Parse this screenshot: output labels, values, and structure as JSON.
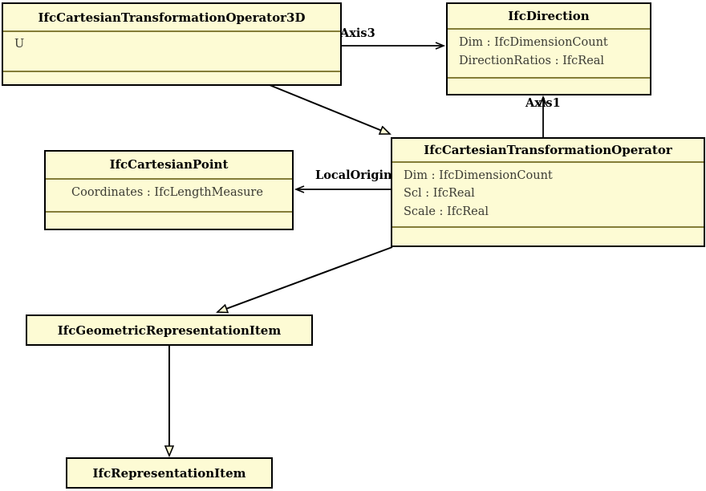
{
  "diagram": {
    "type": "uml-class-diagram",
    "title": "IfcCartesianTransformationOperator3D inheritance and associations",
    "colors": {
      "class_fill": "#fdfbd4",
      "class_border": "#000000",
      "compartment_divider": "#847d38",
      "edge": "#000000",
      "background": "#ffffff"
    }
  },
  "classes": [
    {
      "id": "ifc-cartesian-transformation-operator-3d",
      "name": "IfcCartesianTransformationOperator3D",
      "attributes": [
        "U"
      ],
      "operations": []
    },
    {
      "id": "ifc-direction",
      "name": "IfcDirection",
      "attributes": [
        "Dim : IfcDimensionCount",
        "DirectionRatios : IfcReal"
      ],
      "operations": []
    },
    {
      "id": "ifc-cartesian-transformation-operator",
      "name": "IfcCartesianTransformationOperator",
      "attributes": [
        "Dim : IfcDimensionCount",
        "Scl : IfcReal",
        "Scale : IfcReal"
      ],
      "operations": []
    },
    {
      "id": "ifc-cartesian-point",
      "name": "IfcCartesianPoint",
      "attributes": [
        "Coordinates : IfcLengthMeasure"
      ],
      "operations": []
    },
    {
      "id": "ifc-geometric-representation-item",
      "name": "IfcGeometricRepresentationItem",
      "attributes": [],
      "operations": []
    },
    {
      "id": "ifc-representation-item",
      "name": "IfcRepresentationItem",
      "attributes": [],
      "operations": []
    }
  ],
  "edges": [
    {
      "id": "edge-axis3",
      "label": "Axis3",
      "kind": "association",
      "from": "ifc-cartesian-transformation-operator-3d",
      "to": "ifc-direction",
      "arrow": "open-arrow"
    },
    {
      "id": "edge-axis1",
      "label": "Axis1",
      "kind": "association",
      "from": "ifc-cartesian-transformation-operator",
      "to": "ifc-direction",
      "arrow": "open-arrow"
    },
    {
      "id": "edge-localorigin",
      "label": "LocalOrigin",
      "kind": "association",
      "from": "ifc-cartesian-transformation-operator",
      "to": "ifc-cartesian-point",
      "arrow": "open-arrow"
    },
    {
      "id": "edge-generalization-3d-to-operator",
      "label": "",
      "kind": "generalization",
      "from": "ifc-cartesian-transformation-operator-3d",
      "to": "ifc-cartesian-transformation-operator",
      "arrow": "hollow-triangle"
    },
    {
      "id": "edge-generalization-operator-to-geomitem",
      "label": "",
      "kind": "generalization",
      "from": "ifc-cartesian-transformation-operator",
      "to": "ifc-geometric-representation-item",
      "arrow": "hollow-triangle"
    },
    {
      "id": "edge-generalization-geomitem-to-repitem",
      "label": "",
      "kind": "generalization",
      "from": "ifc-geometric-representation-item",
      "to": "ifc-representation-item",
      "arrow": "hollow-triangle"
    }
  ]
}
